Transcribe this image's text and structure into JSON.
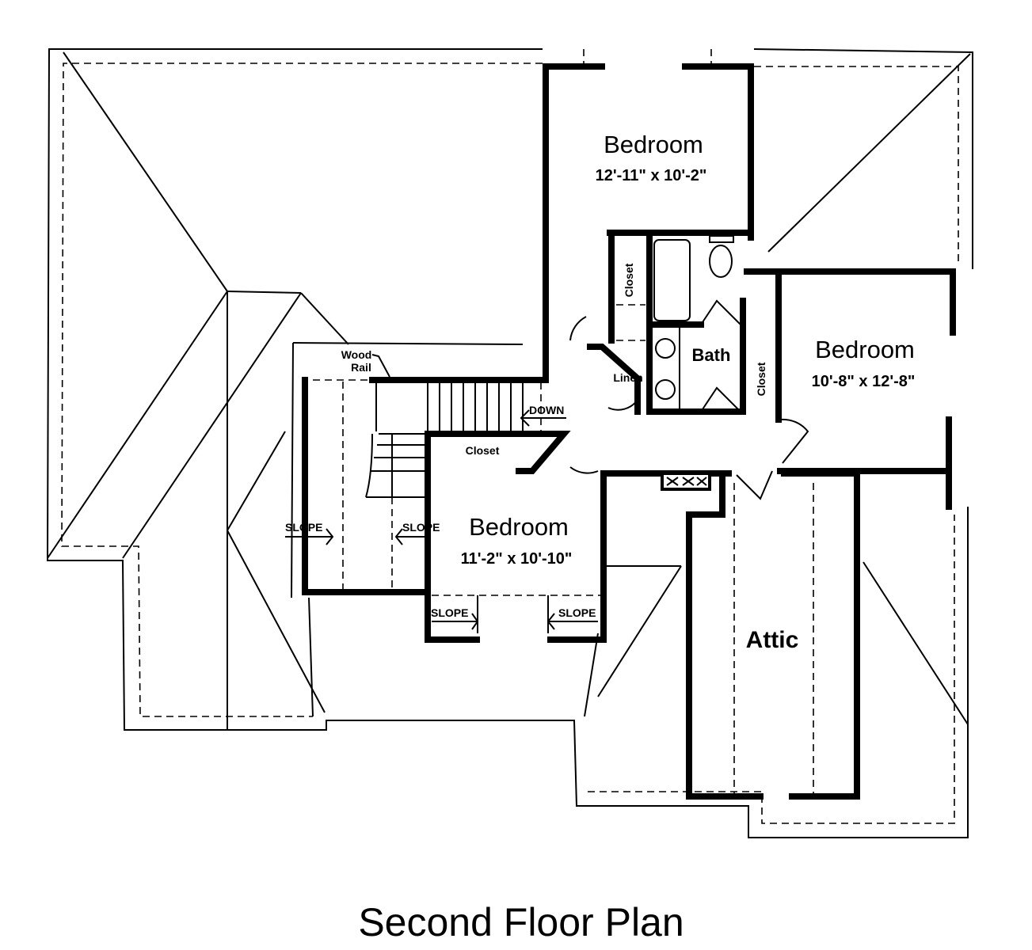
{
  "title": "Second Floor Plan",
  "rooms": {
    "bedroom_top": {
      "name": "Bedroom",
      "size": "12'-11\" x 10'-2\""
    },
    "bedroom_right": {
      "name": "Bedroom",
      "size": "10'-8\" x 12'-8\""
    },
    "bedroom_left": {
      "name": "Bedroom",
      "size": "11'-2\" x 10'-10\""
    },
    "bath": "Bath",
    "linen": "Linen",
    "closet_top": "Closet",
    "closet_right": "Closet",
    "closet_left": "Closet",
    "attic": "Attic"
  },
  "annotations": {
    "wood_rail_1": "Wood",
    "wood_rail_2": "Rail",
    "down": "DOWN",
    "slope": "SLOPE"
  }
}
